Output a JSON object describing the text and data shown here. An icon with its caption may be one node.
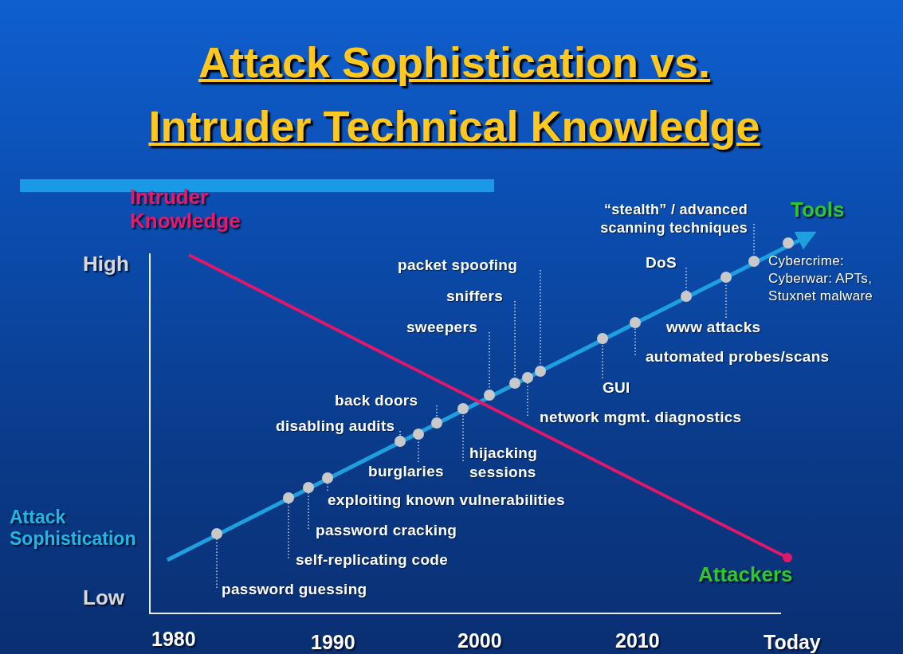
{
  "diagram": {
    "title": "Attack Sophistication vs. Intruder Technical Knowledge",
    "nodes": [
      {
        "text": [
          "password guessing"
        ]
      },
      {
        "text": [],
        "shape": "circle"
      },
      {
        "text": [
          "self-replicating code"
        ]
      },
      {
        "text": [],
        "shape": "circle"
      },
      {
        "text": [
          "password cracking"
        ]
      },
      {
        "text": [],
        "shape": "circle"
      },
      {
        "text": [
          "exploiting known vulnerabilities"
        ]
      },
      {
        "text": [],
        "shape": "circle"
      },
      {
        "text": [
          "disabling audits"
        ]
      },
      {
        "text": [],
        "shape": "circle"
      },
      {
        "text": [
          "burglaries"
        ]
      },
      {
        "text": [],
        "shape": "circle"
      },
      {
        "text": [
          "back doors"
        ]
      },
      {
        "text": [],
        "shape": "circle"
      },
      {
        "text": [
          "hijacking sessions"
        ]
      },
      {
        "text": [],
        "shape": "circle"
      },
      {
        "text": [
          "sweepers"
        ]
      },
      {
        "text": [],
        "shape": "circle"
      },
      {
        "text": [
          "sniffers"
        ]
      },
      {
        "text": [],
        "shape": "circle"
      },
      {
        "text": [
          "network mgmt. diagnostics"
        ]
      },
      {
        "text": [],
        "shape": "circle"
      },
      {
        "text": [
          "packet spoofing"
        ]
      },
      {
        "text": [],
        "shape": "circle"
      },
      {
        "text": [
          "GUI"
        ]
      },
      {
        "text": [],
        "shape": "circle"
      },
      {
        "text": [
          "automated probes/scans"
        ]
      },
      {
        "text": [],
        "shape": "circle"
      },
      {
        "text": [
          "DoS"
        ]
      },
      {
        "text": [],
        "shape": "circle"
      },
      {
        "text": [
          "www attacks"
        ]
      },
      {
        "text": [],
        "shape": "circle"
      },
      {
        "text": [
          "“stealth” / advanced scanning techniques"
        ]
      },
      {
        "text": [],
        "shape": "circle"
      },
      {
        "text": [],
        "shape": "circle",
        "beside": [
          "Cybercrime: Cyberwar: APTs, Stuxnet malware"
        ]
      }
    ],
    "edges": [
      {
        "from": 0,
        "to": 1,
        "arrow": "none"
      },
      {
        "from": 2,
        "to": 3,
        "arrow": "none"
      },
      {
        "from": 4,
        "to": 5,
        "arrow": "none"
      },
      {
        "from": 6,
        "to": 7,
        "arrow": "none"
      },
      {
        "from": 8,
        "to": 9,
        "arrow": "none"
      },
      {
        "from": 10,
        "to": 11,
        "arrow": "none"
      },
      {
        "from": 12,
        "to": 13,
        "arrow": "none"
      },
      {
        "from": 14,
        "to": 15,
        "arrow": "none"
      },
      {
        "from": 16,
        "to": 17,
        "arrow": "none"
      },
      {
        "from": 18,
        "to": 19,
        "arrow": "none"
      },
      {
        "from": 20,
        "to": 21,
        "arrow": "none"
      },
      {
        "from": 22,
        "to": 23,
        "arrow": "none"
      },
      {
        "from": 24,
        "to": 25,
        "arrow": "none"
      },
      {
        "from": 26,
        "to": 27,
        "arrow": "none"
      },
      {
        "from": 28,
        "to": 29,
        "arrow": "none"
      },
      {
        "from": 30,
        "to": 31,
        "arrow": "none"
      },
      {
        "from": 32,
        "to": 33,
        "arrow": "none"
      }
    ],
    "labels": [
      "Intruder Knowledge",
      "Tools",
      "High",
      "Attack Sophistication",
      "Attackers",
      "Low",
      "1980",
      "1990",
      "2000",
      "2010",
      "Today"
    ]
  }
}
